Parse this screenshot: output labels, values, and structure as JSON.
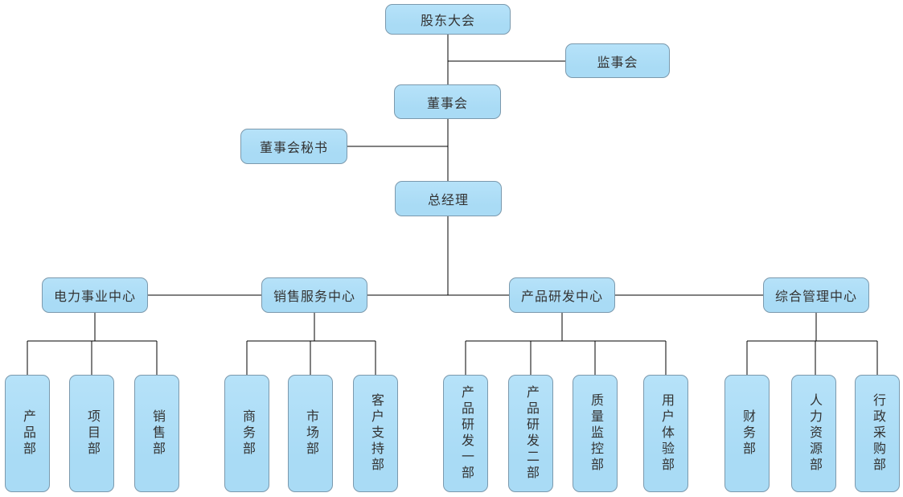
{
  "org_chart": {
    "type": "org-tree",
    "nodes": {
      "shareholders_meeting": {
        "label": "股东大会"
      },
      "supervisory_board": {
        "label": "监事会"
      },
      "board_of_directors": {
        "label": "董事会"
      },
      "board_secretary": {
        "label": "董事会秘书"
      },
      "general_manager": {
        "label": "总经理"
      }
    },
    "centers": [
      {
        "label": "电力事业中心",
        "departments": [
          {
            "label": "产品部"
          },
          {
            "label": "项目部"
          },
          {
            "label": "销售部"
          }
        ]
      },
      {
        "label": "销售服务中心",
        "departments": [
          {
            "label": "商务部"
          },
          {
            "label": "市场部"
          },
          {
            "label": "客户支持部"
          }
        ]
      },
      {
        "label": "产品研发中心",
        "departments": [
          {
            "label": "产品研发一部"
          },
          {
            "label": "产品研发二部"
          },
          {
            "label": "质量监控部"
          },
          {
            "label": "用户体验部"
          }
        ]
      },
      {
        "label": "综合管理中心",
        "departments": [
          {
            "label": "财务部"
          },
          {
            "label": "人力资源部"
          },
          {
            "label": "行政采购部"
          }
        ]
      }
    ],
    "colors": {
      "background": "#ffffff",
      "node_fill": "#a9dbf5",
      "node_fill_top": "#b6e2f9",
      "node_border": "#7b99ad",
      "connector": "#000000",
      "text": "#333333"
    }
  }
}
